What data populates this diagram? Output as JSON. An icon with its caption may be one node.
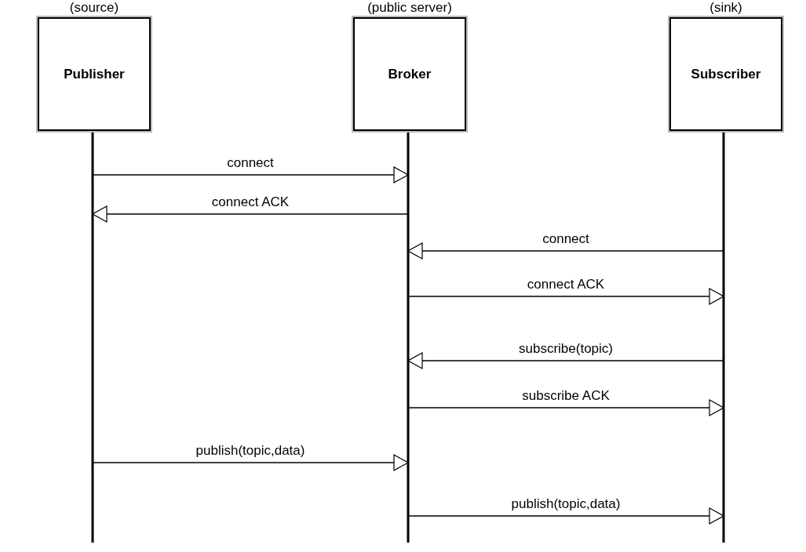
{
  "diagram": {
    "nodes": [
      {
        "text": [
          "(source)",
          "Publisher"
        ]
      },
      {
        "text": [
          "(public server)",
          "Broker"
        ]
      },
      {
        "text": [
          "(sink)",
          "Subscriber"
        ]
      }
    ],
    "edges": [
      {
        "from": 0,
        "to": 1,
        "arrow": "to",
        "label": "connect"
      },
      {
        "from": 1,
        "to": 0,
        "arrow": "to",
        "label": "connect ACK"
      },
      {
        "from": 2,
        "to": 1,
        "arrow": "to",
        "label": "connect"
      },
      {
        "from": 1,
        "to": 2,
        "arrow": "to",
        "label": "connect ACK"
      },
      {
        "from": 2,
        "to": 1,
        "arrow": "to",
        "label": "subscribe(topic)"
      },
      {
        "from": 1,
        "to": 2,
        "arrow": "to",
        "label": "subscribe ACK"
      },
      {
        "from": 0,
        "to": 1,
        "arrow": "to",
        "label": "publish(topic,data)"
      },
      {
        "from": 1,
        "to": 2,
        "arrow": "to",
        "label": "publish(topic,data)"
      }
    ]
  }
}
